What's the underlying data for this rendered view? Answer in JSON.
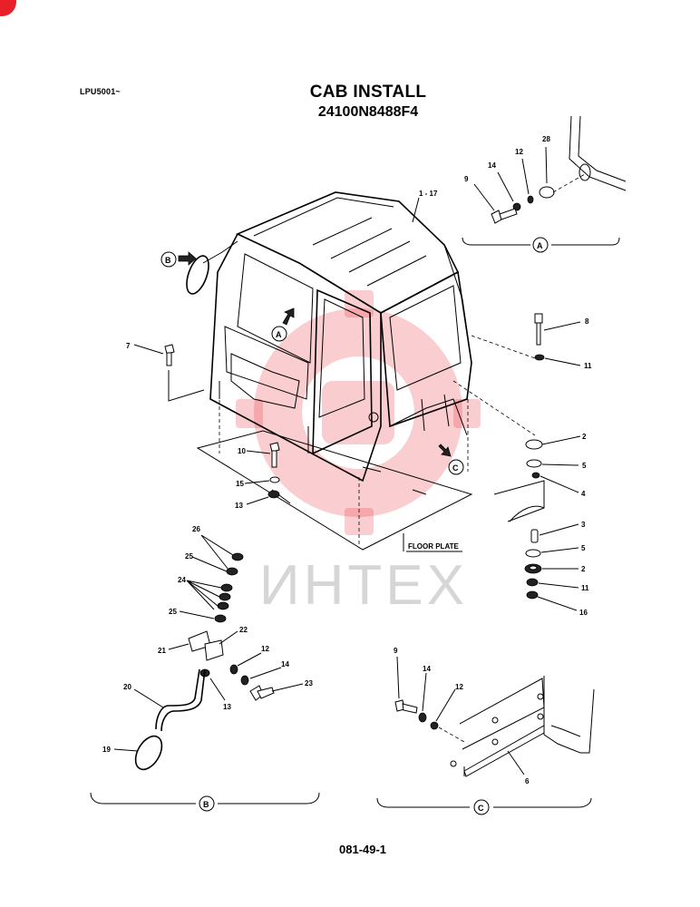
{
  "header": {
    "model_code": "LPU5001~",
    "title": "CAB INSTALL",
    "part_number": "24100N8488F4"
  },
  "watermark": {
    "text": "ИНТЕХ",
    "color": "#e8202a"
  },
  "views": {
    "A": "A",
    "B": "B",
    "C": "C"
  },
  "callouts": {
    "cab": "1 - 17",
    "floor_plate": "FLOOR PLATE",
    "p2a": "2",
    "p2b": "2",
    "p3": "3",
    "p4": "4",
    "p5a": "5",
    "p5b": "5",
    "p6": "6",
    "p7": "7",
    "p8": "8",
    "p9a": "9",
    "p9b": "9",
    "p10": "10",
    "p11a": "11",
    "p11b": "11",
    "p12a": "12",
    "p12b": "12",
    "p12c": "12",
    "p13a": "13",
    "p13b": "13",
    "p14a": "14",
    "p14b": "14",
    "p14c": "14",
    "p15": "15",
    "p16": "16",
    "p19": "19",
    "p20": "20",
    "p21": "21",
    "p22": "22",
    "p23": "23",
    "p24": "24",
    "p25a": "25",
    "p25b": "25",
    "p26": "26",
    "p28": "28"
  },
  "footer": {
    "page_number": "081-49-1"
  }
}
